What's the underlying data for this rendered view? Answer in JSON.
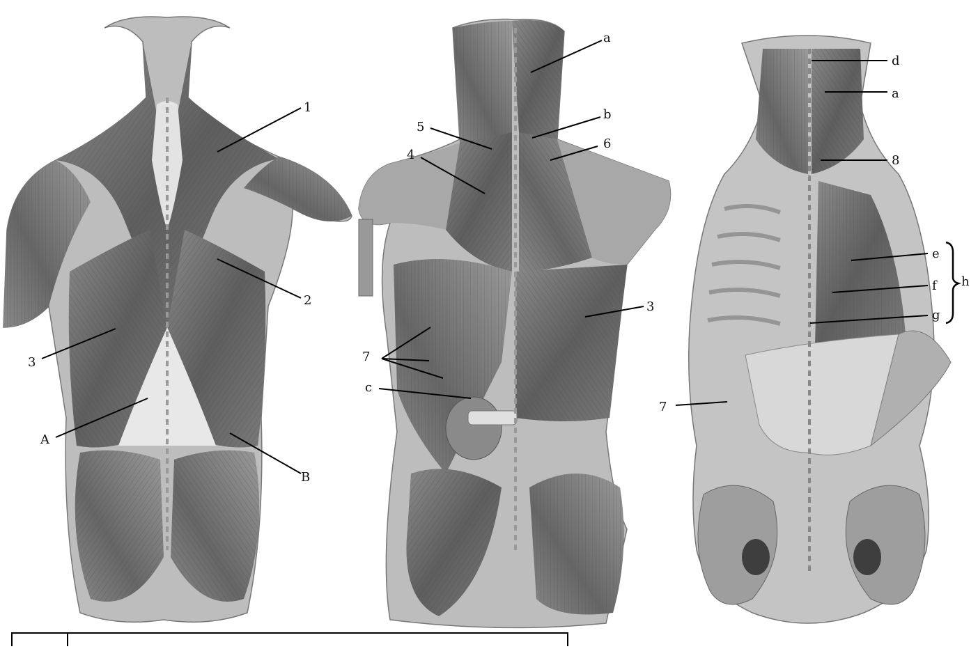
{
  "figures": [
    {
      "id": "superficial-back",
      "labels": [
        {
          "key": "1",
          "text": "1"
        },
        {
          "key": "2",
          "text": "2"
        },
        {
          "key": "3",
          "text": "3"
        },
        {
          "key": "A",
          "text": "A"
        },
        {
          "key": "B",
          "text": "B"
        }
      ]
    },
    {
      "id": "intermediate-back",
      "labels": [
        {
          "key": "a",
          "text": "a"
        },
        {
          "key": "b",
          "text": "b"
        },
        {
          "key": "5",
          "text": "5"
        },
        {
          "key": "6",
          "text": "6"
        },
        {
          "key": "4",
          "text": "4"
        },
        {
          "key": "3",
          "text": "3"
        },
        {
          "key": "7",
          "text": "7"
        },
        {
          "key": "c",
          "text": "c"
        }
      ]
    },
    {
      "id": "deep-back",
      "labels": [
        {
          "key": "d",
          "text": "d"
        },
        {
          "key": "a",
          "text": "a"
        },
        {
          "key": "8",
          "text": "8"
        },
        {
          "key": "e",
          "text": "e"
        },
        {
          "key": "f",
          "text": "f"
        },
        {
          "key": "g",
          "text": "g"
        },
        {
          "key": "h",
          "text": "h"
        },
        {
          "key": "7",
          "text": "7"
        }
      ]
    }
  ]
}
